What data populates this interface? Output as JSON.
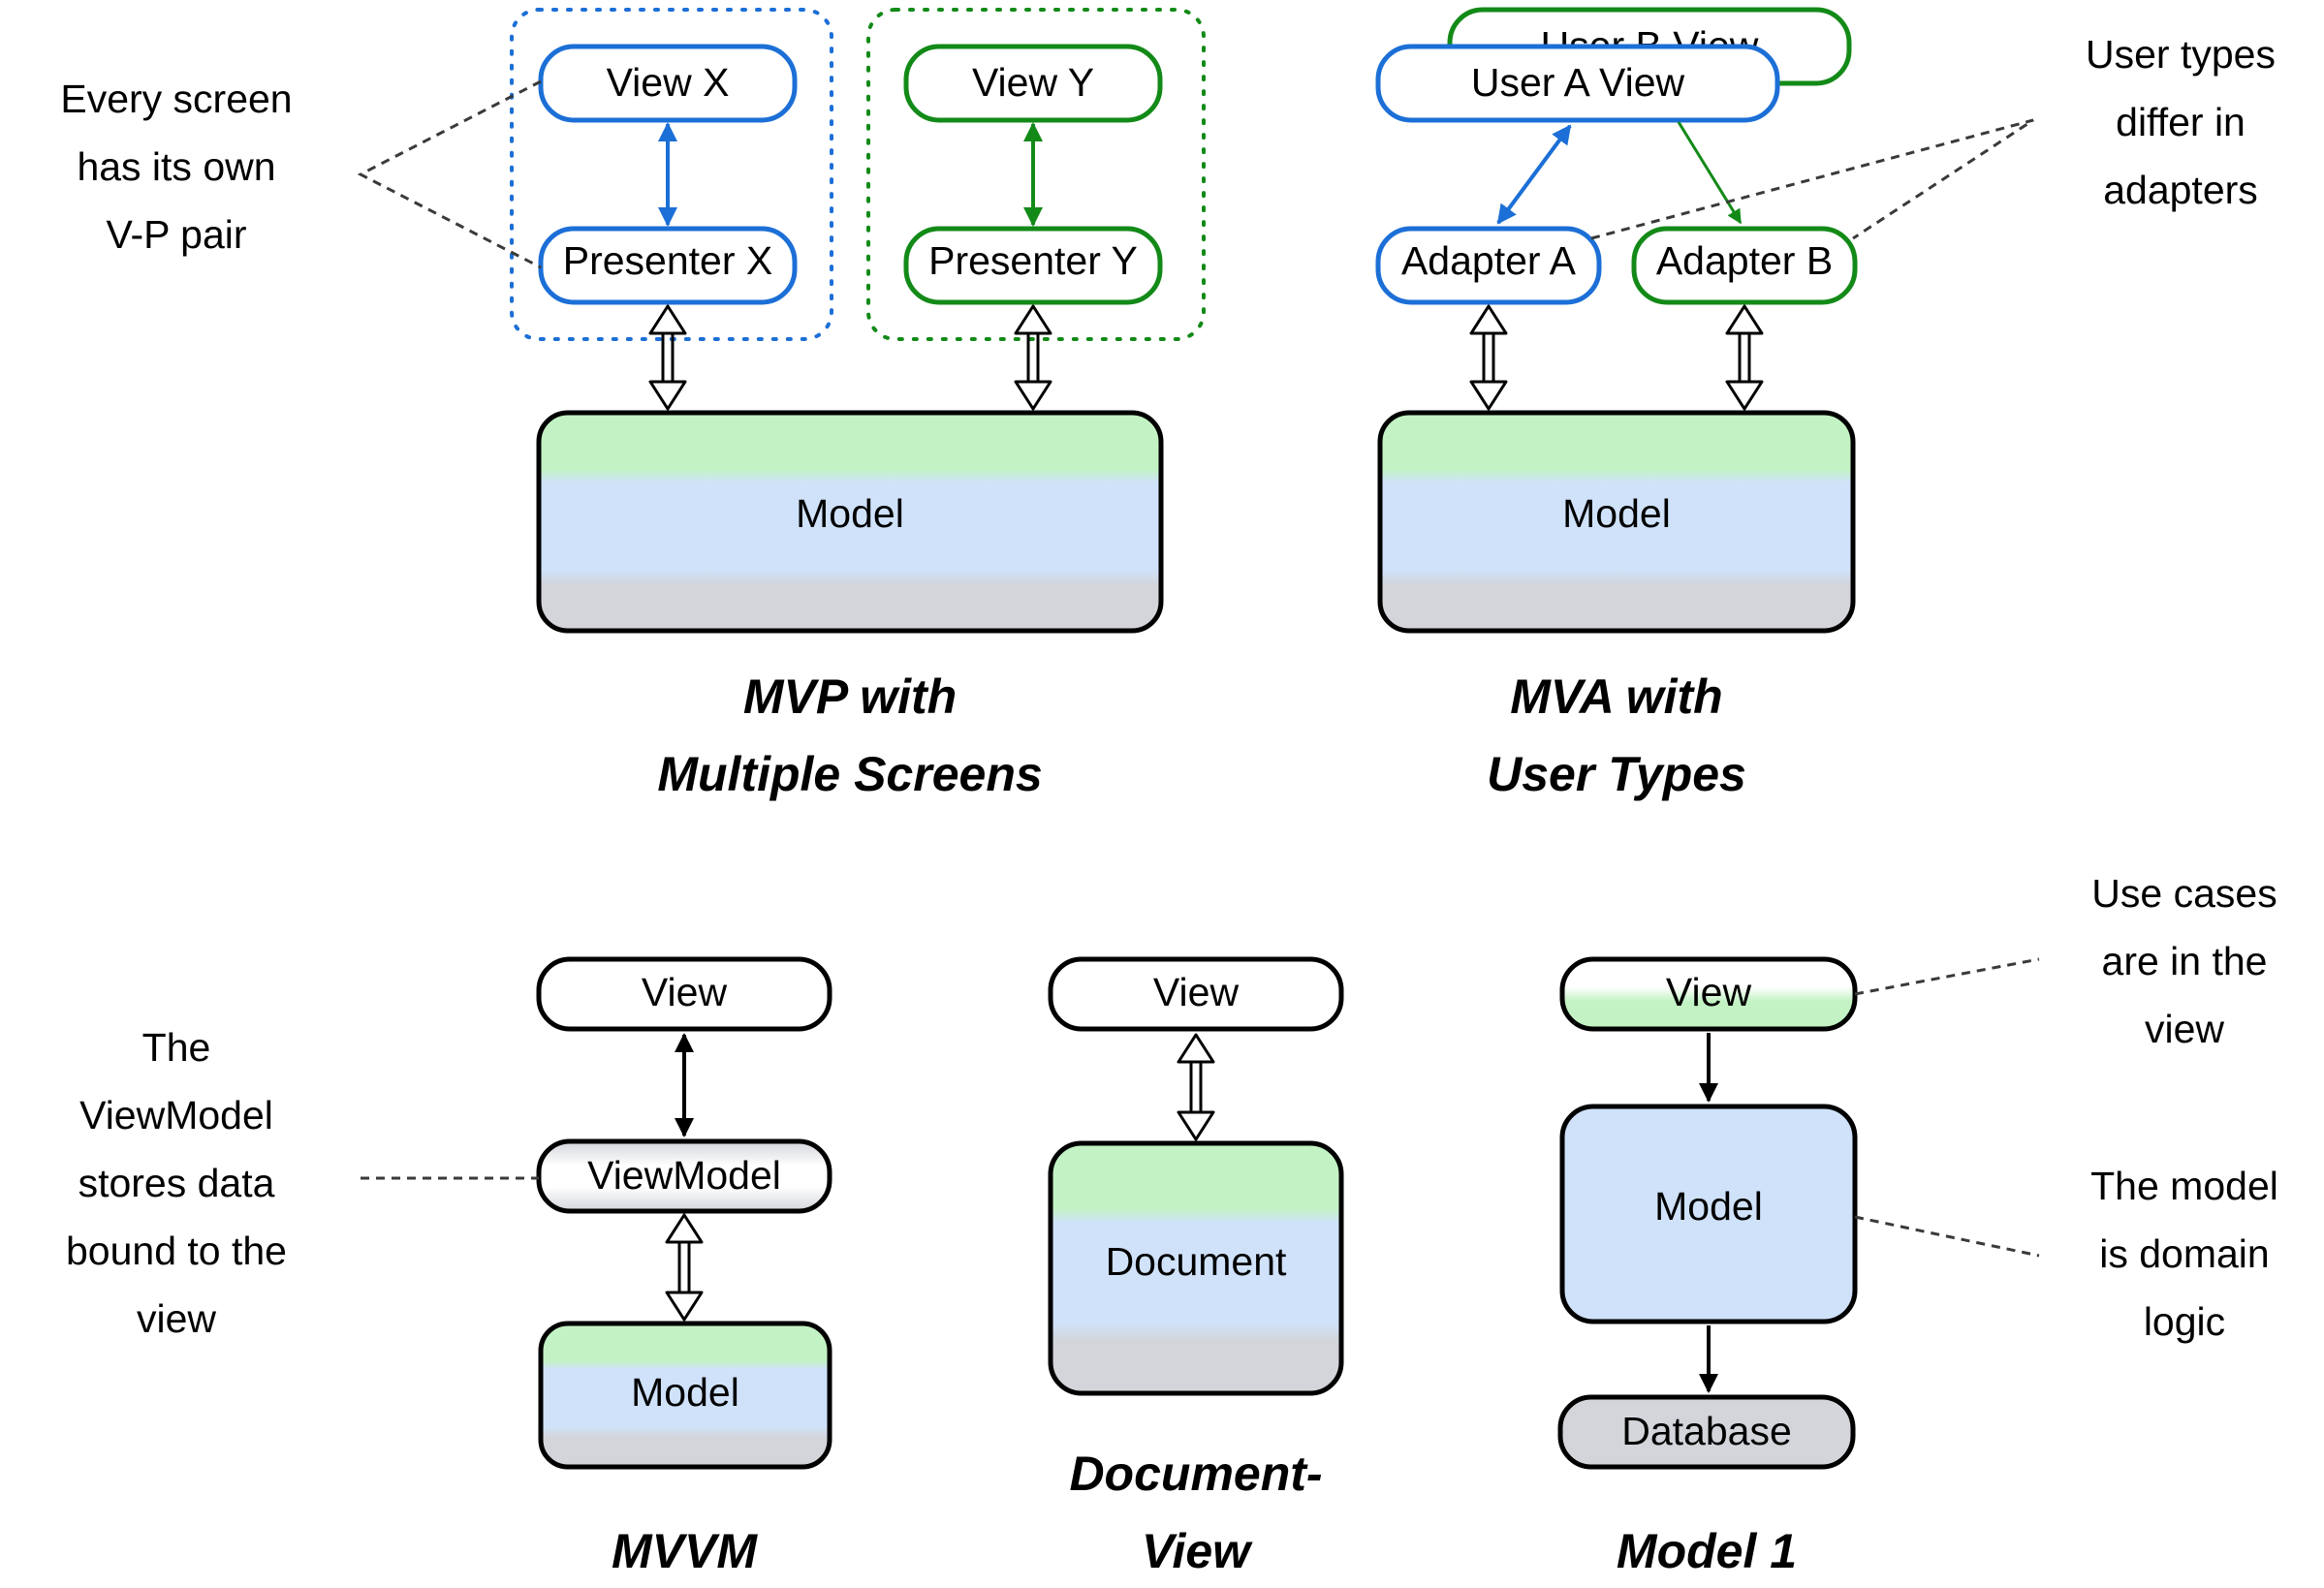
{
  "mvp": {
    "title_line1": "MVP with",
    "title_line2": "Multiple Screens",
    "view_x": "View X",
    "presenter_x": "Presenter X",
    "view_y": "View Y",
    "presenter_y": "Presenter Y",
    "model": "Model",
    "note": [
      "Every screen",
      "has its own",
      "V-P pair"
    ]
  },
  "mva": {
    "title_line1": "MVA with",
    "title_line2": "User Types",
    "user_b_view": "User B View",
    "user_a_view": "User A View",
    "adapter_a": "Adapter A",
    "adapter_b": "Adapter B",
    "model": "Model",
    "note": [
      "User types",
      "differ in",
      "adapters"
    ]
  },
  "mvvm": {
    "title": "MVVM",
    "view": "View",
    "viewmodel": "ViewModel",
    "model": "Model",
    "note": [
      "The",
      "ViewModel",
      "stores data",
      "bound to the",
      "view"
    ]
  },
  "docview": {
    "title_line1": "Document-",
    "title_line2": "View",
    "view": "View",
    "document": "Document"
  },
  "model1": {
    "title": "Model 1",
    "view": "View",
    "model": "Model",
    "database": "Database",
    "note_top": [
      "Use cases",
      "are in the",
      "view"
    ],
    "note_bottom": [
      "The model",
      "is domain",
      "logic"
    ]
  },
  "colors": {
    "blue": "#1c6fd6",
    "green": "#138a18",
    "layer_green": "#c3f3c4",
    "layer_blue": "#cfe2fa",
    "layer_gray": "#d3d5da"
  }
}
